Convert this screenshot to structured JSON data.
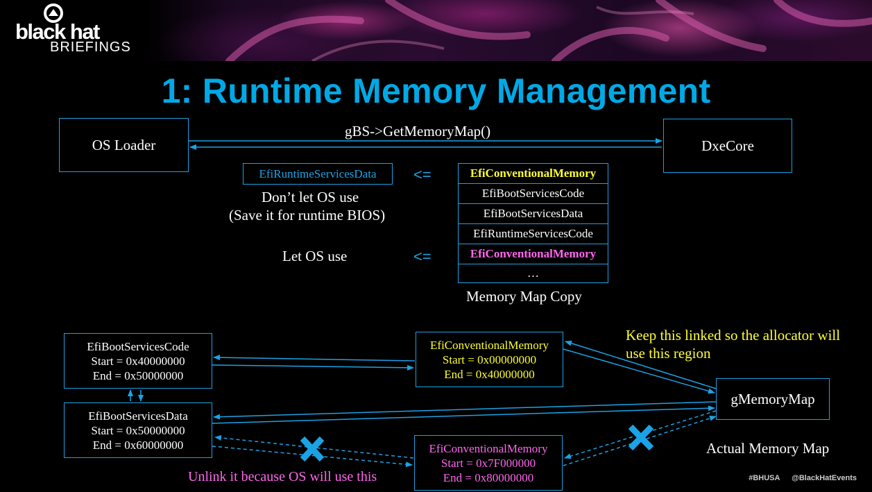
{
  "header": {
    "logo_main": "black hat",
    "logo_sub": "BRIEFINGS"
  },
  "title": "1: Runtime Memory Management",
  "top": {
    "os_loader": "OS Loader",
    "dxecore": "DxeCore",
    "call_label": "gBS->GetMemoryMap()",
    "runtime_data": "EfiRuntimeServicesData",
    "arrow_symbol": "<=",
    "dont_let_line1": "Don’t let OS use",
    "dont_let_line2": "(Save it for runtime BIOS)",
    "let_os_use": "Let OS use",
    "memory_map_caption": "Memory Map Copy",
    "memory_map_entries": [
      "EfiConventionalMemory",
      "EfiBootServicesCode",
      "EfiBootServicesData",
      "EfiRuntimeServicesCode",
      "EfiConventionalMemory",
      "…"
    ]
  },
  "bottom": {
    "boot_code": {
      "name": "EfiBootServicesCode",
      "start": "Start = 0x40000000",
      "end": "End = 0x50000000"
    },
    "boot_data": {
      "name": "EfiBootServicesData",
      "start": "Start = 0x50000000",
      "end": "End = 0x60000000"
    },
    "conv_top": {
      "name": "EfiConventionalMemory",
      "start": "Start = 0x00000000",
      "end": "End = 0x40000000"
    },
    "conv_bottom": {
      "name": "EfiConventionalMemory",
      "start": "Start = 0x7F000000",
      "end": "End = 0x80000000"
    },
    "gmemorymap": "gMemoryMap",
    "keep_linked_line1": "Keep this linked so the allocator will",
    "keep_linked_line2": "use this region",
    "actual_map": "Actual Memory Map",
    "unlink_note": "Unlink it because OS will use this"
  },
  "footer": {
    "hashtag": "#BHUSA",
    "handle": "@BlackHatEvents"
  },
  "colors": {
    "accent_blue": "#1ba3e6",
    "title_blue": "#00a9e6",
    "yellow": "#ffff33",
    "pink": "#ff66ee",
    "x_mark": "#1ba3e6"
  }
}
